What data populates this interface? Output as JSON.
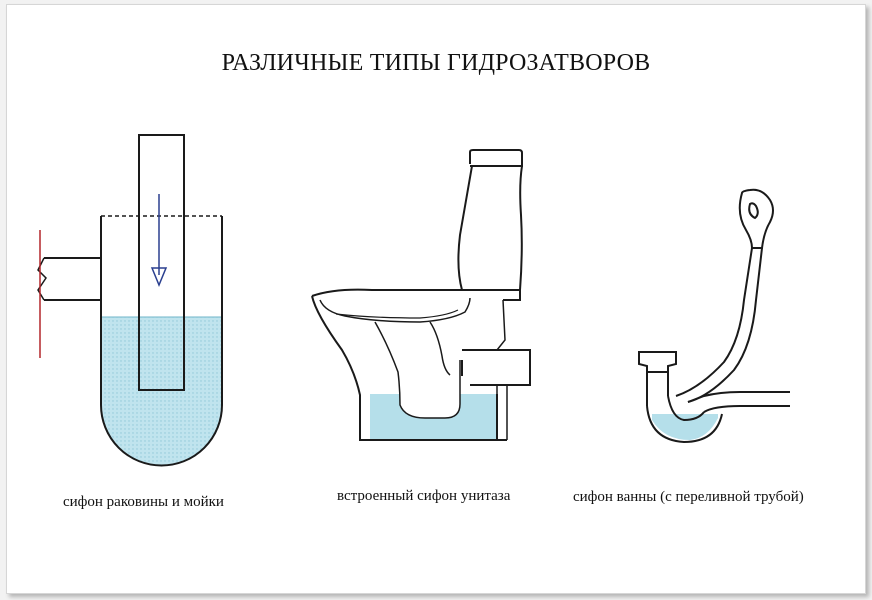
{
  "title": "РАЗЛИЧНЫЕ ТИПЫ ГИДРОЗАТВОРОВ",
  "figures": [
    {
      "caption": "сифон раковины и мойки"
    },
    {
      "caption": "встроенный сифон унитаза"
    },
    {
      "caption": "сифон ванны (с переливной трубой)"
    }
  ],
  "colors": {
    "water": "#b5dfea",
    "line": "#1a1a1a",
    "flow_arrow": "#2a3f8f",
    "wall": "#b2262b"
  }
}
